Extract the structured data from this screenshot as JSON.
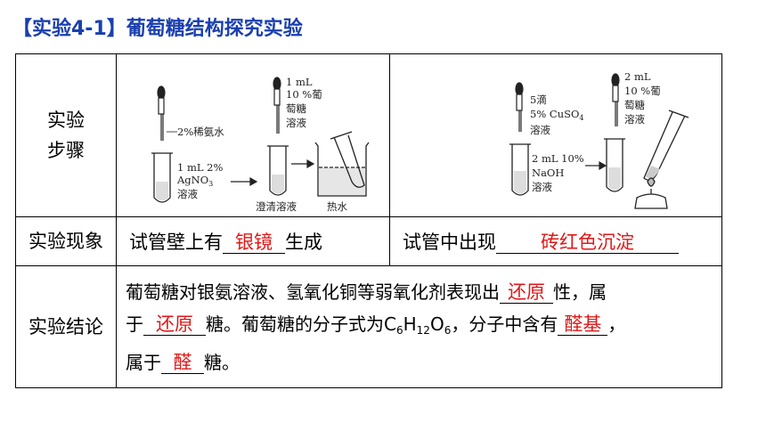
{
  "title": "【实验4-1】葡萄糖结构探究实验",
  "rows": {
    "steps_label_1": "实验",
    "steps_label_2": "步骤",
    "phenomenon_label": "实验现象",
    "conclusion_label": "实验结论"
  },
  "figure1": {
    "dropper1_label": "2%稀氨水",
    "tube1_l1": "1 mL 2%",
    "tube1_l2": "AgNO",
    "tube1_l2_sub": "3",
    "tube1_l3": "溶液",
    "dropper2_l1": "1 mL",
    "dropper2_l2": "10 %葡",
    "dropper2_l3": "萄糖",
    "dropper2_l4": "溶液",
    "tube2_caption": "澄清溶液",
    "beaker_caption": "热水"
  },
  "figure2": {
    "dropper1_l1": "5滴",
    "dropper1_l2": "5% CuSO",
    "dropper1_l2_sub": "4",
    "dropper1_l3": "溶液",
    "tube1_l1": "2 mL 10%",
    "tube1_l2": "NaOH",
    "tube1_l3": "溶液",
    "dropper2_l1": "2 mL",
    "dropper2_l2": "10 %葡",
    "dropper2_l3": "萄糖",
    "dropper2_l4": "溶液"
  },
  "phenomenon": {
    "left_prefix": "试管壁上有",
    "left_answer": "银镜",
    "left_suffix": "生成",
    "right_prefix": "试管中出现",
    "right_answer": "砖红色沉淀"
  },
  "conclusion": {
    "part1": "葡萄糖对银氨溶液、氢氧化铜等弱氧化剂表现出",
    "ans1": "还原",
    "part2": "性，属",
    "part3": "于",
    "ans2": "还原",
    "part4": "糖。葡萄糖的分子式为C",
    "sub6a": "6",
    "h": "H",
    "sub12": "12",
    "o": "O",
    "sub6b": "6",
    "part5": "，分子中含有",
    "ans3": "醛基",
    "part6": "，",
    "part7": "属于",
    "ans4": "醛",
    "part8": "糖。"
  }
}
